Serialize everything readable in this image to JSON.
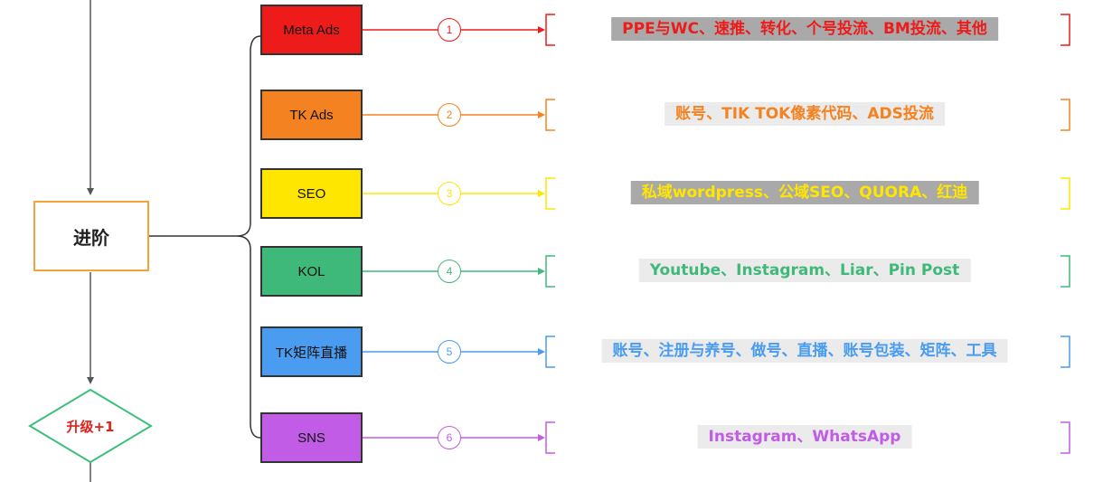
{
  "main_node": {
    "label": "进阶"
  },
  "decision": {
    "label": "升级+1"
  },
  "categories": [
    {
      "label": "Meta Ads",
      "number": "1",
      "color": "#ee1b1b",
      "detail": "PPE与WC、速推、转化、个号投流、BM投流、其他",
      "detail_bg": "#a9a9a9"
    },
    {
      "label": "TK Ads",
      "number": "2",
      "color": "#f58220",
      "detail": "账号、TIK TOK像素代码、ADS投流",
      "detail_bg": "#ebebeb"
    },
    {
      "label": "SEO",
      "number": "3",
      "color": "#ffe600",
      "detail": "私域wordpress、公域SEO、QUORA、红迪",
      "detail_bg": "#a9a9a9"
    },
    {
      "label": "KOL",
      "number": "4",
      "color": "#3fb97a",
      "detail": "Youtube、Instagram、Liar、Pin Post",
      "detail_bg": "#ebebeb"
    },
    {
      "label": "TK矩阵直播",
      "number": "5",
      "color": "#4a9cf1",
      "detail": "账号、注册与养号、做号、直播、账号包装、矩阵、工具",
      "detail_bg": "#ebebeb"
    },
    {
      "label": "SNS",
      "number": "6",
      "color": "#c15ce6",
      "detail": "Instagram、WhatsApp",
      "detail_bg": "#ebebeb"
    }
  ],
  "colors": {
    "main_border": "#f4a33a",
    "decision_border": "#3cbf7a",
    "decision_text": "#e0201b",
    "connector": "#555555"
  }
}
